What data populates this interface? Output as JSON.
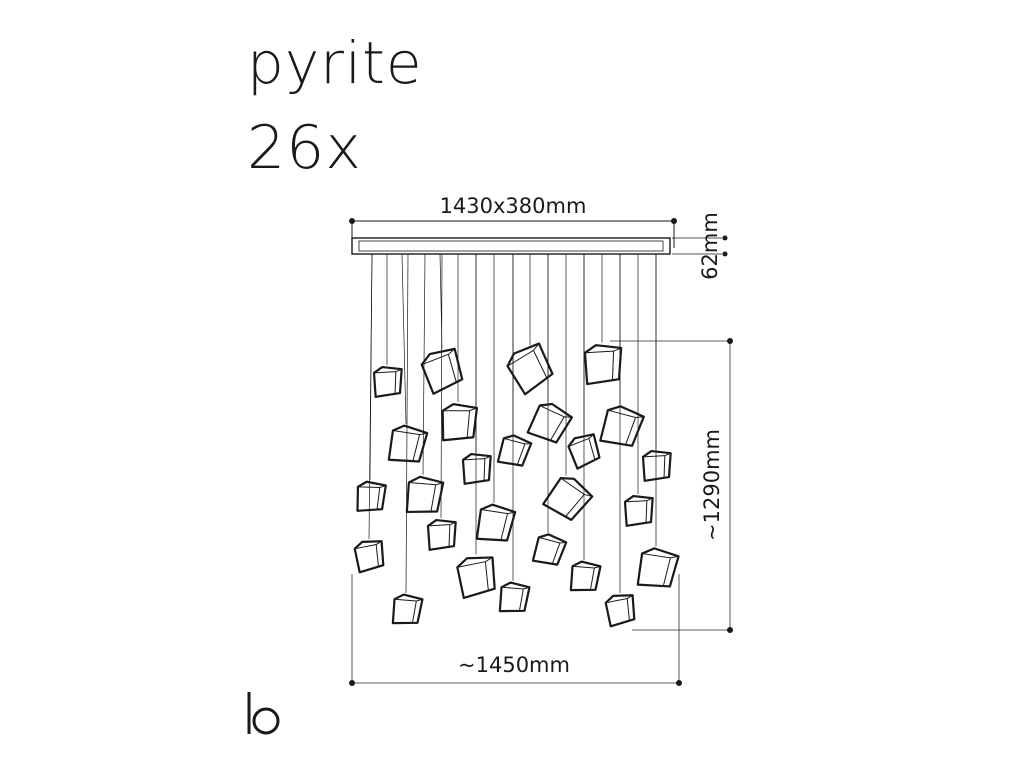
{
  "product": {
    "name": "pyrite",
    "variant": "26x",
    "pendant_count": 26
  },
  "dimensions": {
    "canopy": "1430x380mm",
    "canopy_height": "62mm",
    "drop_height": "~1290mm",
    "total_width": "~1450mm"
  },
  "colors": {
    "line": "#1a1a1a",
    "dimension_line": "#2a2a2a"
  },
  "brand": {
    "logo": "b"
  }
}
